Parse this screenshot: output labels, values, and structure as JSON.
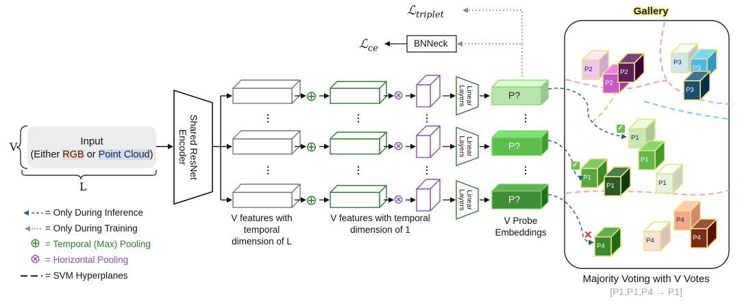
{
  "input_box": {
    "line1": "Input",
    "line2_prefix": "(Either ",
    "line2_rgb": "RGB",
    "line2_mid": " or ",
    "line2_pc": "Point Cloud",
    "line2_suffix": ")"
  },
  "symbols": {
    "v": "V",
    "l": "L",
    "dots": "⋮",
    "loss_ce_base": "ℒ",
    "loss_ce_sub": "ce",
    "loss_triplet_base": "ℒ",
    "loss_triplet_sub": "triplet"
  },
  "encoder_label": "Shared ResNet Encoder",
  "encoder_line1": "Shared ResNet",
  "encoder_line2": "Encoder",
  "bnneck_label": "BNNeck",
  "linear_label_1": "Linear",
  "linear_label_2": "Layers",
  "probe_label": "P?",
  "caption_features_L": {
    "line1": "V features with",
    "line2": "temporal",
    "line3": "dimension of L"
  },
  "caption_features_1": {
    "line1": "V features with temporal",
    "line2": "dimension of 1"
  },
  "caption_probe": {
    "line1": "V Probe",
    "line2": "Embeddings"
  },
  "gallery_title": "Gallery",
  "gallery_labels": {
    "p1": "P1",
    "p2": "P2",
    "p3": "P3",
    "p4": "P4"
  },
  "voting_title": "Majority Voting with V Votes",
  "voting_result": "[P1,P1,P4 → P1]",
  "legend": {
    "inference": "= Only During Inference",
    "training": "= Only During Training",
    "temporal": "= Temporal (Max) Pooling",
    "horizontal": "= Horizontal Pooling",
    "svm": "= SVM Hyperplanes"
  },
  "marks": {
    "check": "✓",
    "cross": "✕",
    "oplus": "⊕",
    "otimes": "⊗"
  },
  "colors": {
    "green_dark": "#2f7a2f",
    "green_probe_light": "#b9e4ad",
    "green_probe_mid": "#5cbe4c",
    "green_probe_dark": "#3f8f36",
    "purple": "#8a4fb8",
    "pink_dash": "#e9a3d6",
    "blue_dash": "#8ccbe6",
    "orange_dash": "#f0b49a",
    "green_dash": "#b9dc8c",
    "inference_dash": "#2b5f7e",
    "training_dot": "#8a8a8a",
    "rgb_text": "#e06a20",
    "pc_text": "#3a6fc4",
    "gallery_title": "#f2d40f",
    "voting_result": "#a9a9a9"
  }
}
